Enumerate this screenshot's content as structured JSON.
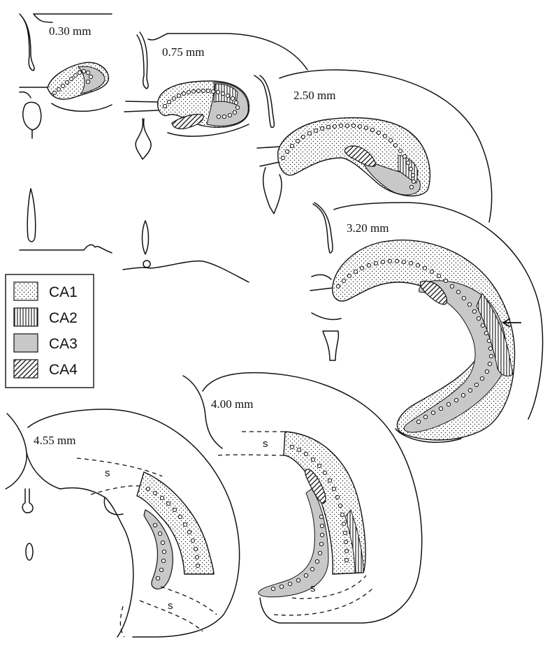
{
  "sections": [
    {
      "id": "s030",
      "label": "0.30 mm"
    },
    {
      "id": "s075",
      "label": "0.75 mm"
    },
    {
      "id": "s250",
      "label": "2.50 mm"
    },
    {
      "id": "s320",
      "label": "3.20 mm"
    },
    {
      "id": "s400",
      "label": "4.00 mm"
    },
    {
      "id": "s455",
      "label": "4.55 mm"
    }
  ],
  "legend": [
    {
      "label": "CA1",
      "fill": "dots",
      "color": "#ffffff"
    },
    {
      "label": "CA2",
      "fill": "vertical-lines",
      "color": "#ffffff"
    },
    {
      "label": "CA3",
      "fill": "solid",
      "color": "#c8c8c8"
    },
    {
      "label": "CA4",
      "fill": "diagonal-hatch",
      "color": "#ffffff"
    }
  ],
  "subiculum_label": "s",
  "arrow": "arrow-left",
  "colors": {
    "line": "#111111",
    "ca3_gray": "#c8c8c8",
    "background": "#ffffff"
  }
}
